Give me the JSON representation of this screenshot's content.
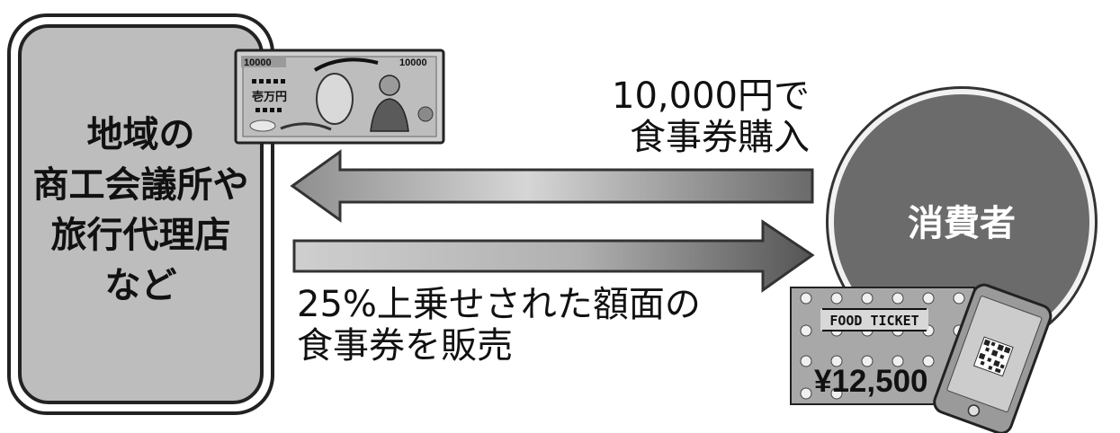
{
  "left_box": {
    "label": "地域の\n商工会議所や\n旅行代理店\nなど"
  },
  "consumer": {
    "label": "消費者"
  },
  "arrow_to_left": {
    "label": "10,000円で\n食事券購入"
  },
  "arrow_to_right": {
    "label": "25%上乗せされた額面の\n食事券を販売"
  },
  "banknote": {
    "denomination_left": "10000",
    "denomination_right": "10000",
    "kanji": "壱万円"
  },
  "ticket": {
    "title": "FOOD TICKET",
    "amount": "¥12,500"
  },
  "icons": [
    "banknote-icon",
    "food-ticket-icon",
    "smartphone-icon",
    "qr-code-icon",
    "fork-knife-icon"
  ]
}
